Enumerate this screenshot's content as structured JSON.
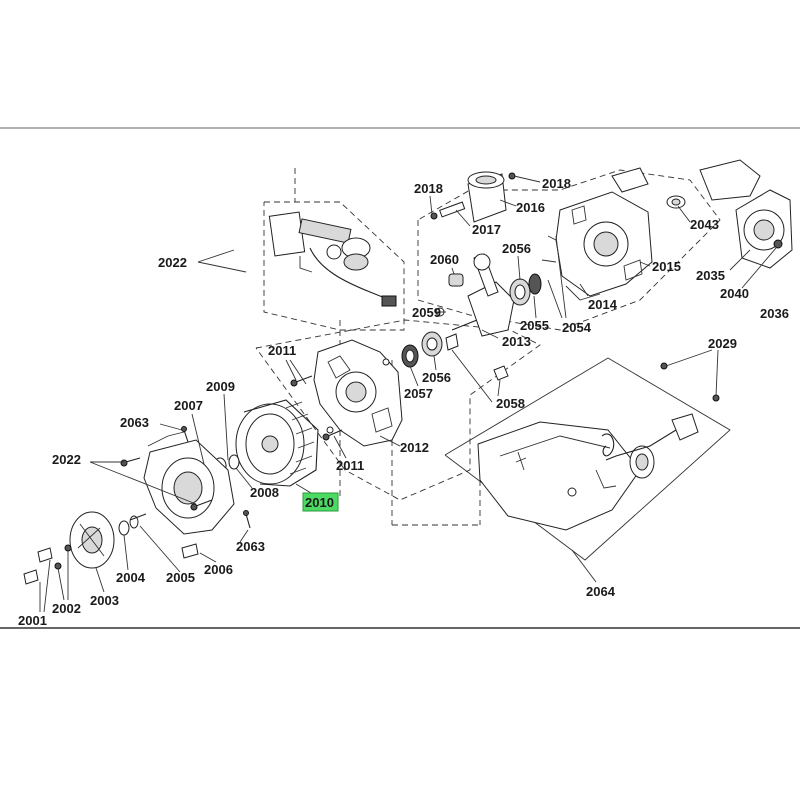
{
  "highlight_color": "#4cd964",
  "labels": {
    "p2001": "2001",
    "p2002": "2002",
    "p2003": "2003",
    "p2004": "2004",
    "p2005": "2005",
    "p2006": "2006",
    "p2007": "2007",
    "p2008": "2008",
    "p2009": "2009",
    "p2010": "2010",
    "p2011a": "2011",
    "p2011b": "2011",
    "p2012": "2012",
    "p2013": "2013",
    "p2014": "2014",
    "p2015": "2015",
    "p2016": "2016",
    "p2017": "2017",
    "p2018a": "2018",
    "p2018b": "2018",
    "p2022a": "2022",
    "p2022b": "2022",
    "p2029": "2029",
    "p2035": "2035",
    "p2036": "2036",
    "p2040": "2040",
    "p2043": "2043",
    "p2054": "2054",
    "p2055": "2055",
    "p2056a": "2056",
    "p2056b": "2056",
    "p2057": "2057",
    "p2058": "2058",
    "p2059": "2059",
    "p2060": "2060",
    "p2063a": "2063",
    "p2063b": "2063",
    "p2064": "2064"
  }
}
